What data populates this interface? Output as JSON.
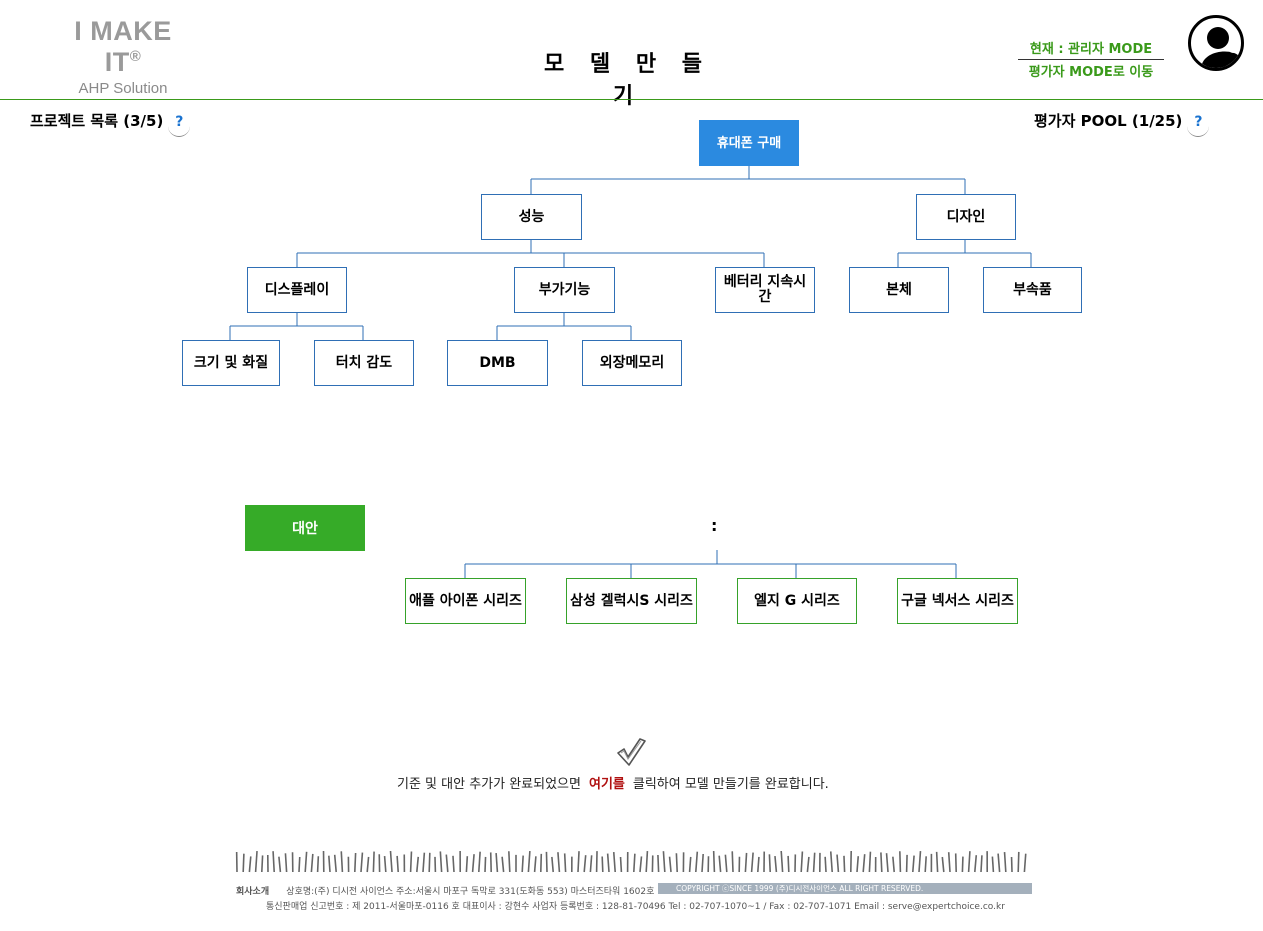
{
  "header": {
    "brand": "I MAKE IT",
    "brand_mark": "®",
    "brand_sub": "AHP Solution",
    "title": "모 델 만 들 기",
    "mode_current": "현재 : 관리자 MODE",
    "mode_switch": "평가자 MODE로 이동"
  },
  "left_panel": {
    "title": "프로젝트 목록 (3/5)",
    "help": "?"
  },
  "right_panel": {
    "title": "평가자 POOL (1/25)",
    "help": "?"
  },
  "hierarchy": {
    "root": "휴대폰 구매",
    "level1": [
      "성능",
      "디자인"
    ],
    "level2": [
      "디스플레이",
      "부가기능",
      "베터리 지속시간",
      "본체",
      "부속품"
    ],
    "level3": [
      "크기 및 화질",
      "터치 감도",
      "DMB",
      "외장메모리"
    ]
  },
  "alternatives": {
    "label": "대안",
    "separator": ":",
    "items": [
      "애플 아이폰 시리즈",
      "삼성 겔럭시S 시리즈",
      "엘지 G 시리즈",
      "구글 넥서스 시리즈"
    ]
  },
  "complete": {
    "before": "기준 및 대안 추가가 완료되었으면",
    "link": "여기를",
    "after": "클릭하여 모델 만들기를 완료합니다."
  },
  "footer": {
    "line1_label": "회사소개",
    "line1": "상호명:(주) 디시전 사이언스  주소:서울시 마포구 독막로 331(도화동 553) 마스터즈타워 1602호",
    "copyright": "COPYRIGHT ⓒSINCE 1999 (주)디시전사이언스 ALL RIGHT RESERVED.",
    "line2": "통신판매업 신고번호 : 제 2011-서울마포-0116 호 대표이사 : 강현수  사업자 등록번호 : 128-81-70496  Tel : 02-707-1070~1 / Fax : 02-707-1071  Email : serve@expertchoice.co.kr"
  },
  "colors": {
    "accent_green": "#36ab28",
    "node_border_blue": "#2f6fb5",
    "root_blue": "#2b8ae0",
    "link_red": "#b01010"
  }
}
